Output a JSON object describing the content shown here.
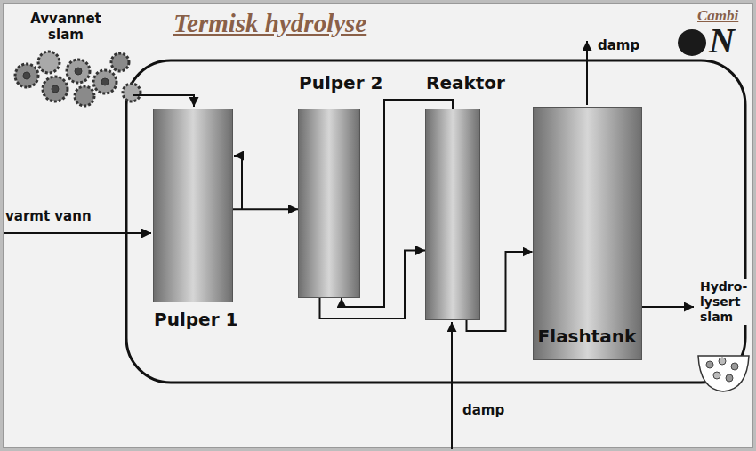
{
  "diagram": {
    "title": "Termisk hydrolyse",
    "nodes": [
      {
        "text": [
          "Pulper 1"
        ]
      },
      {
        "text": [
          "Pulper 2"
        ]
      },
      {
        "text": [
          "Reaktor"
        ]
      },
      {
        "text": [
          "Flashtank"
        ]
      }
    ],
    "edges": [
      {
        "from": 0,
        "to": 1,
        "arrow": "to"
      },
      {
        "from": 1,
        "to": 2,
        "arrow": "to"
      },
      {
        "from": 2,
        "to": 1,
        "arrow": "to"
      },
      {
        "from": 2,
        "to": 3,
        "arrow": "to"
      }
    ],
    "labels": [
      "Avvannet slam",
      "varmt vann",
      "damp",
      "damp",
      "Hydro- lysert slam",
      "Cambi",
      "N"
    ]
  }
}
